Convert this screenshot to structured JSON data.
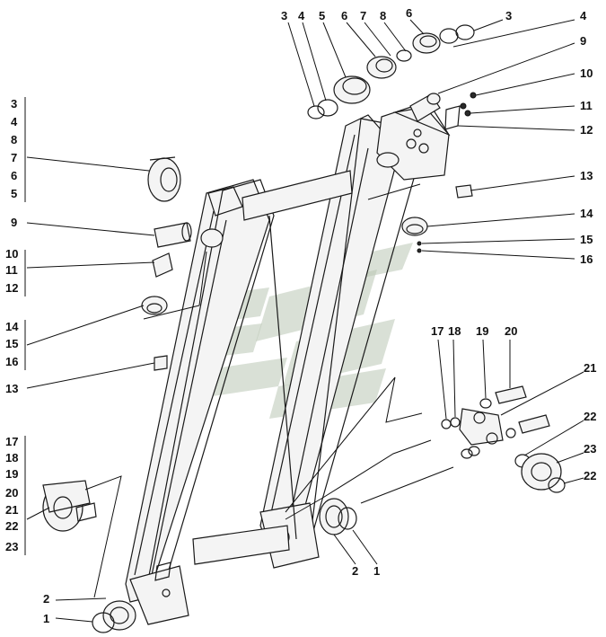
{
  "callouts": {
    "top": [
      {
        "label": "3"
      },
      {
        "label": "4"
      },
      {
        "label": "5"
      },
      {
        "label": "6"
      },
      {
        "label": "7"
      },
      {
        "label": "8"
      },
      {
        "label": "6"
      },
      {
        "label": "3"
      },
      {
        "label": "4"
      },
      {
        "label": "9"
      },
      {
        "label": "10"
      },
      {
        "label": "11"
      },
      {
        "label": "12"
      },
      {
        "label": "13"
      },
      {
        "label": "14"
      },
      {
        "label": "15"
      },
      {
        "label": "16"
      }
    ],
    "left_column": [
      {
        "label": "3"
      },
      {
        "label": "4"
      },
      {
        "label": "8"
      },
      {
        "label": "7"
      },
      {
        "label": "6"
      },
      {
        "label": "5"
      },
      {
        "label": "9"
      },
      {
        "label": "10"
      },
      {
        "label": "11"
      },
      {
        "label": "12"
      },
      {
        "label": "14"
      },
      {
        "label": "15"
      },
      {
        "label": "16"
      },
      {
        "label": "13"
      },
      {
        "label": "17"
      },
      {
        "label": "18"
      },
      {
        "label": "19"
      },
      {
        "label": "20"
      },
      {
        "label": "21"
      },
      {
        "label": "22"
      },
      {
        "label": "23"
      },
      {
        "label": "2"
      },
      {
        "label": "1"
      }
    ],
    "bottom_right": [
      {
        "label": "17"
      },
      {
        "label": "18"
      },
      {
        "label": "19"
      },
      {
        "label": "20"
      },
      {
        "label": "21"
      },
      {
        "label": "22"
      },
      {
        "label": "23"
      },
      {
        "label": "22"
      },
      {
        "label": "2"
      },
      {
        "label": "1"
      }
    ]
  },
  "colors": {
    "ink": "#1a1a1a",
    "watermark": "#b9c6b4",
    "background": "#ffffff"
  }
}
